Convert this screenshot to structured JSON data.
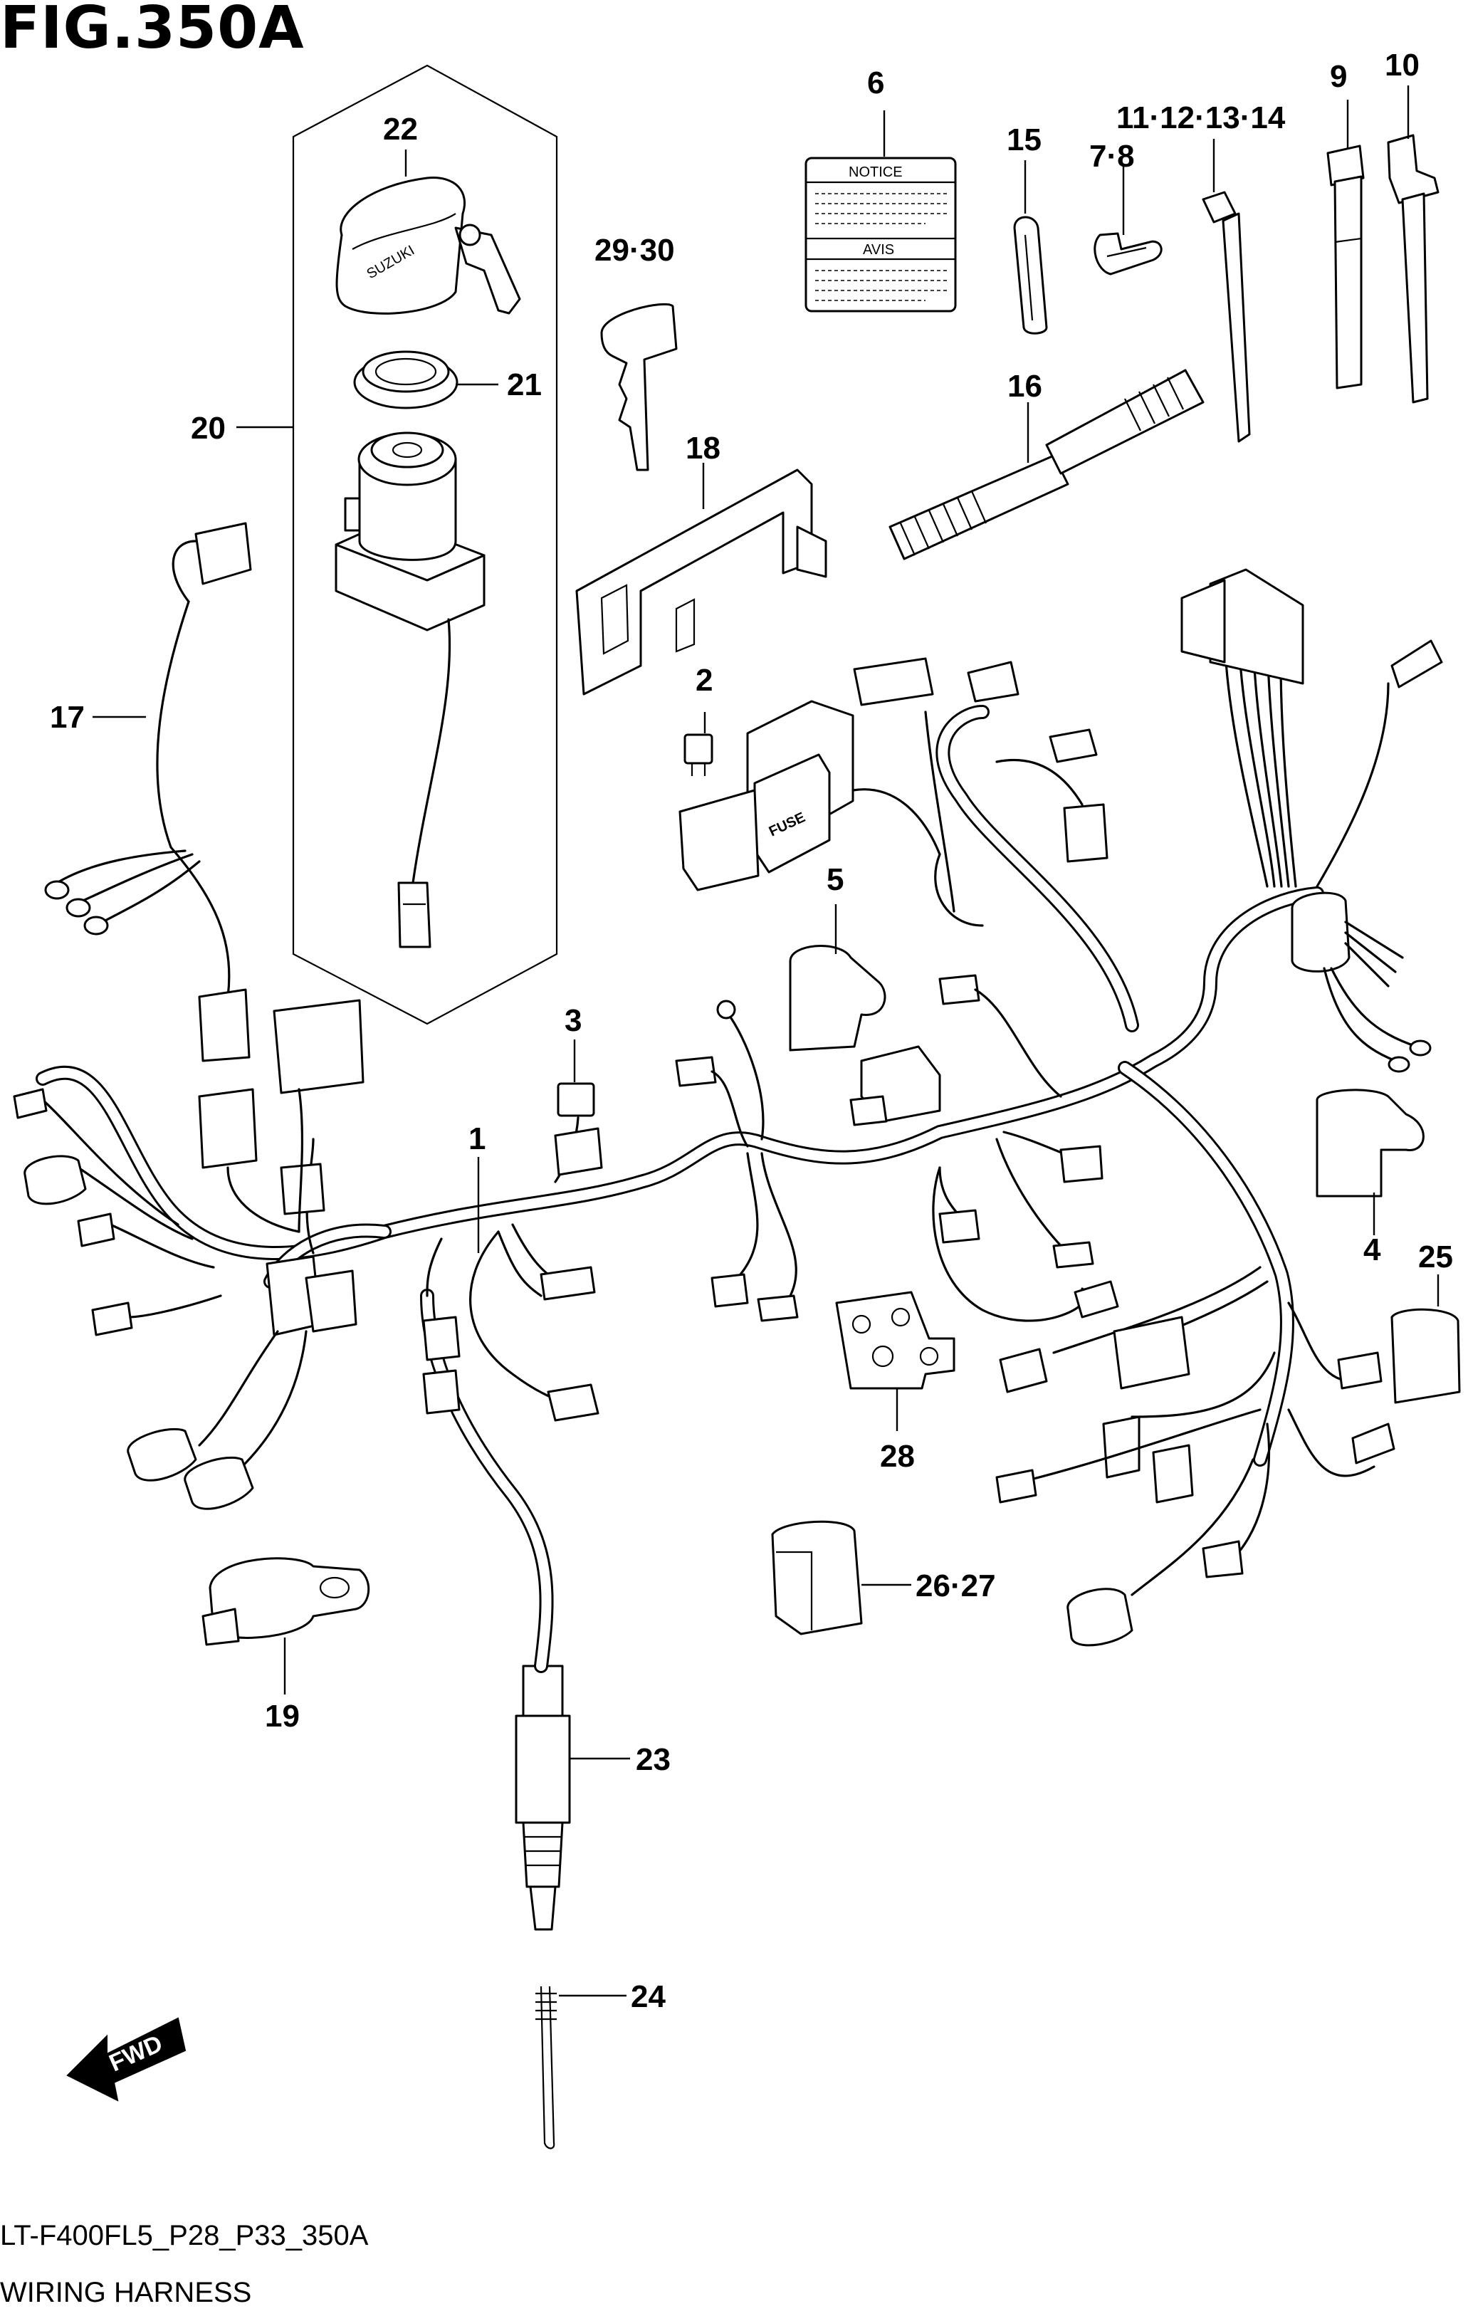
{
  "figure": {
    "title": "FIG.350A",
    "model_code": "LT-F400FL5_P28_P33_350A",
    "caption": "WIRING HARNESS"
  },
  "callouts": {
    "c1": "1",
    "c2": "2",
    "c3": "3",
    "c4": "4",
    "c5": "5",
    "c6": "6",
    "c7_8": "7·8",
    "c9": "9",
    "c10": "10",
    "c11_14": "11·12·13·14",
    "c15": "15",
    "c16": "16",
    "c17": "17",
    "c18": "18",
    "c19": "19",
    "c20": "20",
    "c21": "21",
    "c22": "22",
    "c23": "23",
    "c24": "24",
    "c25": "25",
    "c26_27": "26·27",
    "c28": "28",
    "c29_30": "29·30"
  },
  "part_text": {
    "label_notice": "NOTICE",
    "label_avis": "AVIS",
    "fuse_box": "FUSE",
    "key_brand": "SUZUKI",
    "direction": "FWD"
  }
}
